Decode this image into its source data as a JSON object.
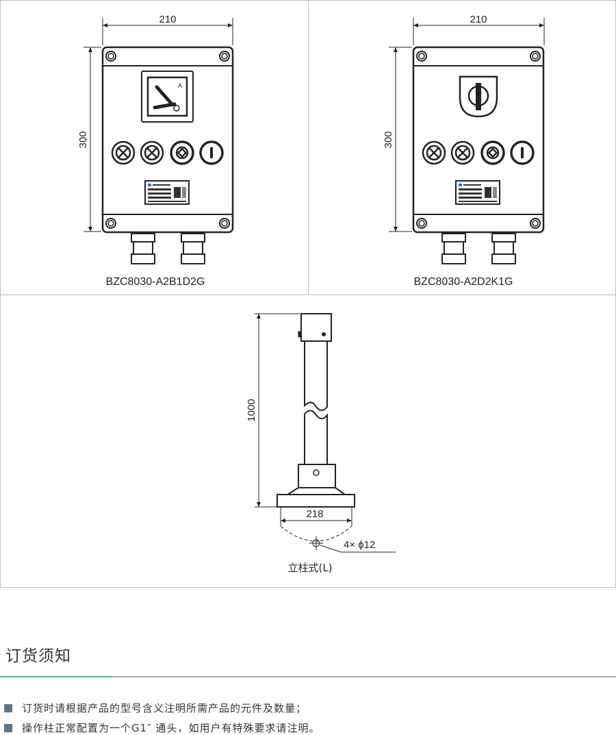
{
  "drawings": {
    "box1": {
      "width_dim": "210",
      "height_dim": "300",
      "model": "BZC8030-A2B1D2G",
      "meter_unit": "A"
    },
    "box2": {
      "width_dim": "210",
      "height_dim": "300",
      "model": "BZC8030-A2D2K1G"
    },
    "pillar": {
      "height_dim": "1000",
      "base_dim": "218",
      "hole_spec": "4× ϕ12",
      "label": "立柱式(L)"
    }
  },
  "ordering": {
    "heading": "订货须知",
    "notes": [
      "订货时请根据产品的型号含义注明所需产品的元件及数量；",
      "操作柱正常配置为一个G1″ 通头，如用户有特殊要求请注明。"
    ]
  },
  "colors": {
    "accent": "#3cb9b9",
    "bullet": "#627482",
    "frame": "#bfbfbf"
  }
}
